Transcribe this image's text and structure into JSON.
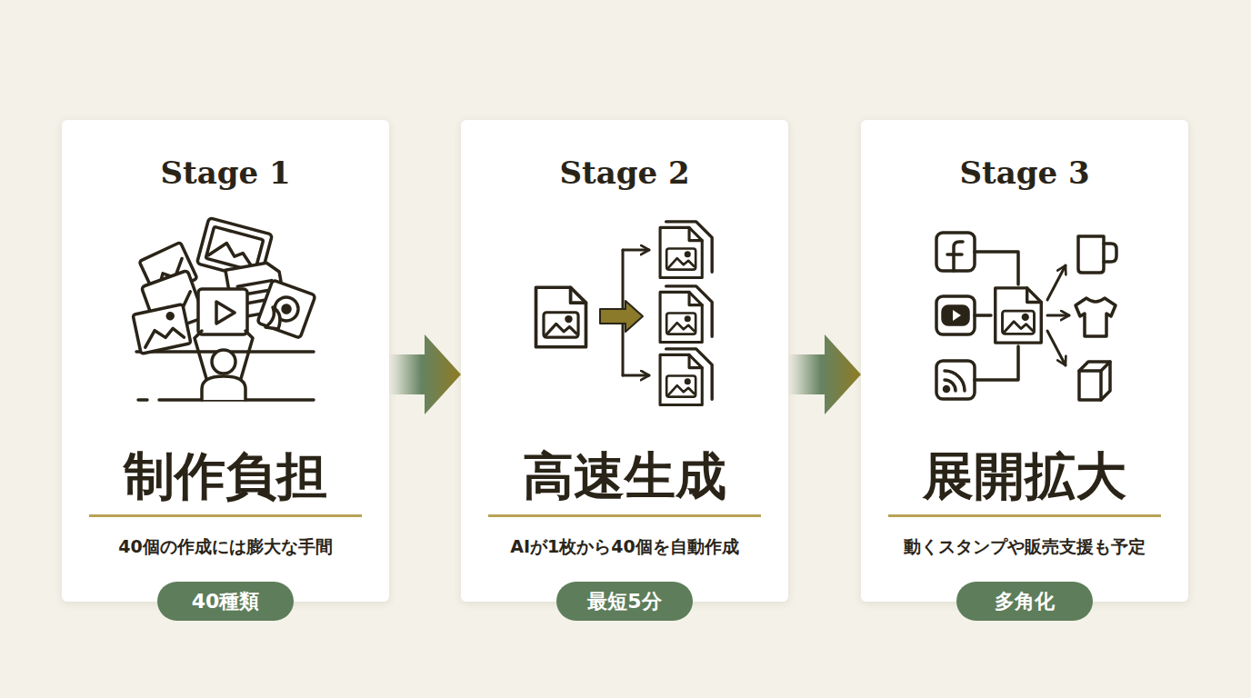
{
  "diagram": {
    "nodes": [
      {
        "text": [
          "Stage 1",
          "制作負担",
          "40個の作成には膨大な手間"
        ]
      },
      {
        "text": [
          "40種類"
        ],
        "in": 0
      },
      {
        "text": [
          "Stage 2",
          "高速生成",
          "AIが1枚から40個を自動作成"
        ]
      },
      {
        "text": [
          "最短5分"
        ],
        "in": 2
      },
      {
        "text": [
          "Stage 3",
          "展開拡大",
          "動くスタンプや販売支援も予定"
        ]
      },
      {
        "text": [
          "多角化"
        ],
        "in": 4
      }
    ],
    "edges": [
      {
        "from": 0,
        "to": 2,
        "arrow": "to"
      },
      {
        "from": 2,
        "to": 4,
        "arrow": "to"
      }
    ]
  }
}
